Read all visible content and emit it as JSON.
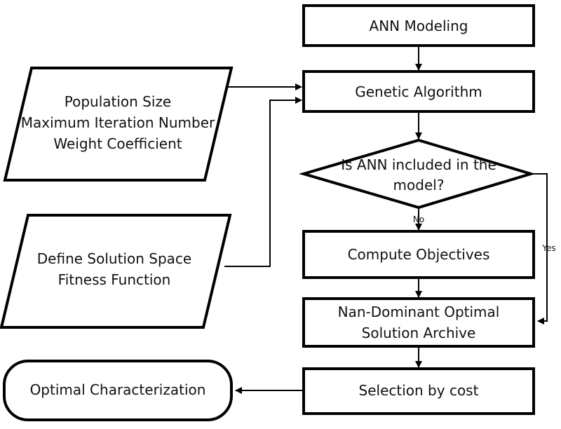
{
  "nodes": {
    "ann_modeling": {
      "text": "ANN Modeling"
    },
    "genetic_algorithm": {
      "text": "Genetic Algorithm"
    },
    "params": {
      "line1": "Population Size",
      "line2": "Maximum Iteration Number",
      "line3": "Weight Coefficient"
    },
    "solution_space": {
      "line1": "Define Solution Space",
      "line2": "Fitness Function"
    },
    "decision": {
      "line1": "Is ANN included in the",
      "line2": "model?"
    },
    "compute_objectives": {
      "text": "Compute Objectives"
    },
    "archive": {
      "line1": "Nan-Dominant Optimal",
      "line2": "Solution Archive"
    },
    "selection": {
      "text": "Selection by cost"
    },
    "optimal": {
      "text": "Optimal Characterization"
    }
  },
  "edge_labels": {
    "no": "No",
    "yes": "Yes"
  },
  "colors": {
    "stroke": "#000000",
    "fill": "#ffffff",
    "text": "#111111"
  }
}
